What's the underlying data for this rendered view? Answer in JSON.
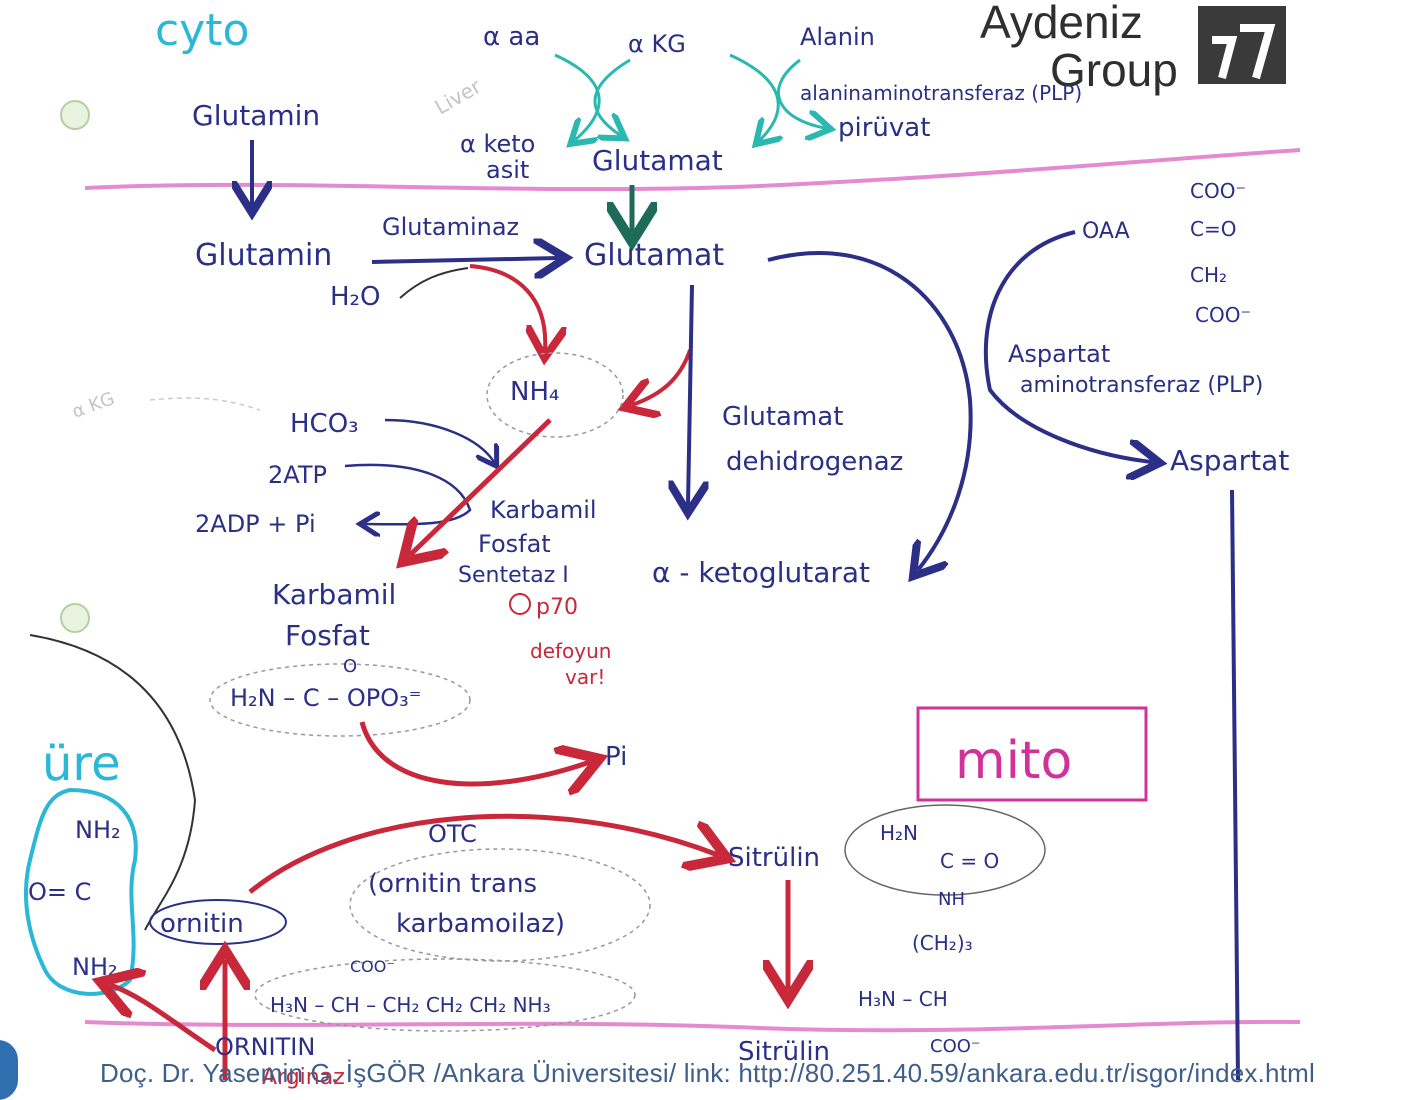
{
  "logo": {
    "line1": "Aydeniz",
    "line2": "Group"
  },
  "regions": {
    "cyto": "cyto",
    "mito": "mito",
    "ure": "üre"
  },
  "top": {
    "aa": "α aa",
    "akg": "α KG",
    "alanin": "Alanin",
    "enzyme": "alaninaminotransferaz (PLP)",
    "pyruvat": "pirüvat",
    "keto1": "α keto",
    "keto2": "asit",
    "glutamat": "Glutamat",
    "glutamin": "Glutamin",
    "liver": "Liver"
  },
  "mid": {
    "glutamin": "Glutamin",
    "glutaminaz": "Glutaminaz",
    "h2o": "H₂O",
    "glutamat": "Glutamat",
    "nh4": "NH₄",
    "oaa": "OAA",
    "coo": "COO⁻",
    "co": "C=O",
    "ch2": "CH₂",
    "coo2": "COO⁻",
    "asp_enz1": "Aspartat",
    "asp_enz2": "aminotransferaz (PLP)",
    "aspartat": "Aspartat",
    "gdh1": "Glutamat",
    "gdh2": "dehidrogenaz",
    "akg_out": "α - ketoglutarat",
    "akg_note": "α KG",
    "hco3": "HCO₃",
    "atp": "2ATP",
    "adp": "2ADP + Pi",
    "cps1": "Karbamil",
    "cps2": "Fosfat",
    "cps3": "Sentetaz I",
    "note1": "p70",
    "note2": "defoyun",
    "note3": "var!",
    "kp1": "Karbamil",
    "kp2": "Fosfat",
    "kp_formula": "H₂N – C – OPO₃⁼",
    "kp_o": "O",
    "pi": "Pi"
  },
  "bottom": {
    "urea_n1": "NH₂",
    "urea_c": "O= C",
    "urea_n2": "NH₂",
    "ornitin": "ornitin",
    "otc": "OTC",
    "otc_full1": "(ornitin trans",
    "otc_full2": "karbamoilaz)",
    "orn_formula": "H₃N – CH – CH₂ CH₂ CH₂ NH₃",
    "orn_coo": "COO⁻",
    "sitrulin": "Sitrülin",
    "sitrulin2": "Sitrülin",
    "sit_f1": "H₂N",
    "sit_f2": "C = O",
    "sit_f3": "NH",
    "sit_f4": "(CH₂)₃",
    "sit_f5": "H₃N – CH",
    "sit_f6": "COO⁻",
    "arginin": "ORNITIN",
    "agaz": "Arginaz"
  },
  "footer": "Doç. Dr. Yasemin G. İşGÖR /Ankara Üniversitesi/ link: http://80.251.40.59/ankara.edu.tr/isgor/index.html",
  "colors": {
    "ink": "#2b2f86",
    "red": "#c8283a",
    "teal": "#2ab8d6",
    "magenta": "#d0329a",
    "green": "#1e6b5a"
  }
}
